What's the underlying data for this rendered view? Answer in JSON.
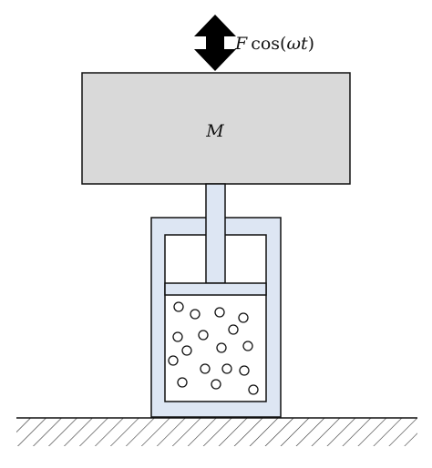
{
  "force_label": {
    "f": "F",
    "cos": "cos(",
    "omega": "ω",
    "t": "t",
    "close": ")"
  },
  "mass_label": "M",
  "colors": {
    "mass_fill": "#d9d9d9",
    "cylinder_fill": "#dde6f3",
    "stroke": "#111111",
    "arrow": "#000000",
    "ground_hatch": "#333333"
  },
  "icons": {
    "force_arrow": "double-headed-vertical-arrow",
    "ground": "hatched-ground"
  }
}
